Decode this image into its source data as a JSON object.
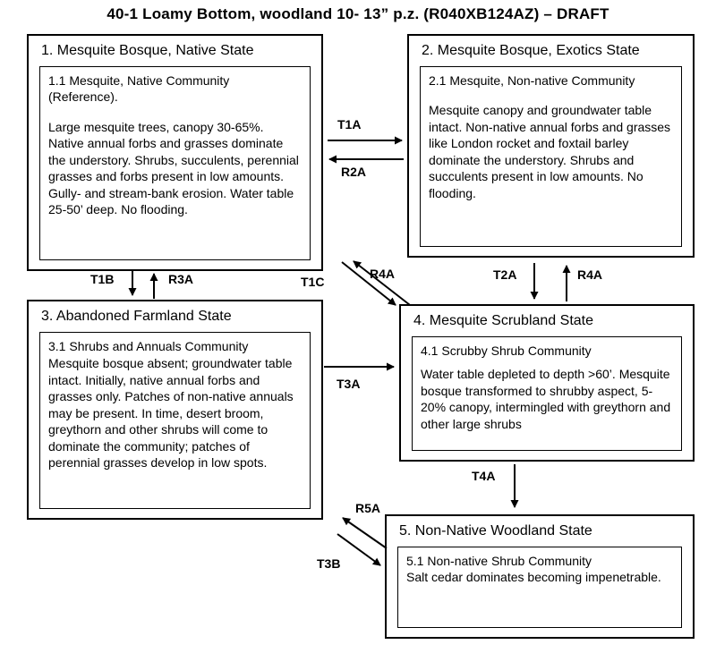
{
  "title": "40-1 Loamy Bottom, woodland 10- 13” p.z.  (R040XB124AZ) – DRAFT",
  "states": [
    {
      "title": "1. Mesquite Bosque, Native State",
      "community": "1.1 Mesquite, Native Community (Reference).",
      "body": "Large mesquite trees, canopy 30-65%. Native annual forbs and grasses dominate the understory. Shrubs, succulents, perennial grasses and forbs present in low amounts. Gully- and stream-bank erosion. Water table 25-50’ deep. No flooding."
    },
    {
      "title": "2. Mesquite Bosque, Exotics State",
      "community": "2.1 Mesquite, Non-native Community",
      "body": "Mesquite canopy and groundwater table intact. Non-native annual forbs and grasses like London rocket and foxtail barley dominate the understory. Shrubs and succulents present in low amounts. No flooding."
    },
    {
      "title": "3. Abandoned Farmland State",
      "community": "3.1 Shrubs and Annuals Community",
      "body": "Mesquite bosque absent; groundwater table intact. Initially, native annual forbs and grasses only. Patches of non-native annuals may be present. In time, desert broom, greythorn and other shrubs will come to dominate the community; patches of perennial grasses develop in low spots."
    },
    {
      "title": "4. Mesquite Scrubland State",
      "community": "4.1 Scrubby Shrub Community",
      "body": "Water table depleted to depth >60’. Mesquite bosque transformed to shrubby aspect, 5-20% canopy, intermingled with greythorn and other large shrubs"
    },
    {
      "title": "5.  Non-Native Woodland State",
      "community": "5.1 Non-native Shrub Community",
      "body": "Salt cedar dominates becoming impenetrable."
    }
  ],
  "transitions": {
    "t1a": "T1A",
    "r2a": "R2A",
    "t1b": "T1B",
    "r3a": "R3A",
    "t1c": "T1C",
    "r4a1": "R4A",
    "t2a": "T2A",
    "r4a2": "R4A",
    "t3a": "T3A",
    "t4a": "T4A",
    "r5a": "R5A",
    "t3b": "T3B"
  },
  "colors": {
    "line": "#000000",
    "background": "#ffffff",
    "text": "#000000"
  }
}
